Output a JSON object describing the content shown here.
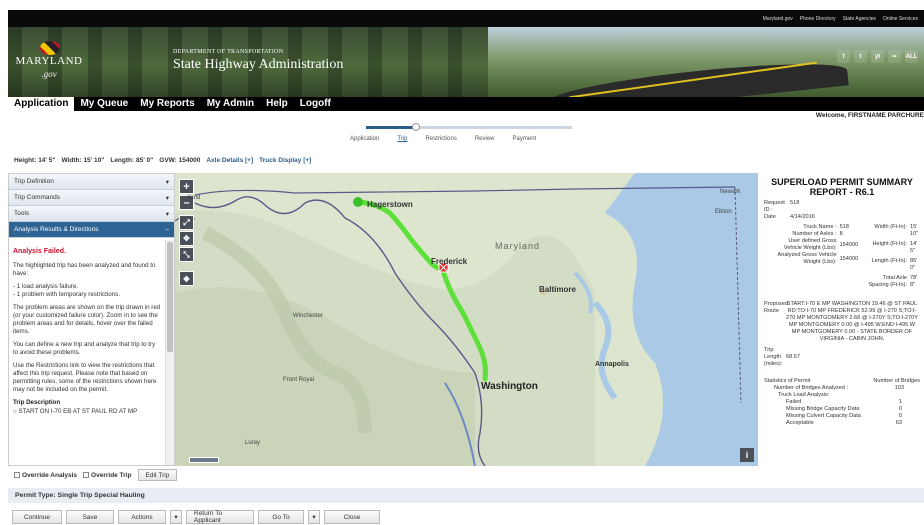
{
  "topbar": {
    "links": [
      "Maryland.gov",
      "Phone Directory",
      "State Agencies",
      "Online Services"
    ]
  },
  "banner": {
    "state": "MARYLAND",
    "gov": ".gov",
    "department": "DEPARTMENT OF TRANSPORTATION",
    "agency": "State Highway Administration",
    "social": [
      "f",
      "t",
      "yt",
      "••",
      "ALL"
    ]
  },
  "nav": {
    "items": [
      "Application",
      "My Queue",
      "My Reports",
      "My Admin",
      "Help",
      "Logoff"
    ]
  },
  "welcome": "Welcome, FIRSTNAME PARCHURE",
  "steps": {
    "labels": [
      "Application",
      "Trip",
      "Restrictions",
      "Review",
      "Payment"
    ],
    "current": 1
  },
  "infobar": {
    "height": "Height: 14' 5\"",
    "width": "Width: 15' 10\"",
    "length": "Length: 85' 0\"",
    "gvw": "GVW: 154000",
    "axle": "Axle Details [+]",
    "truck": "Truck Display [+]"
  },
  "sidebar": {
    "sections": [
      "Trip Definition",
      "Trip Commands",
      "Tools",
      "Analysis Results & Directions"
    ],
    "caret": "▾",
    "active_caret": "–",
    "fail_title": "Analysis Failed.",
    "p1": "The highlighted trip has been analyzed and found to have:",
    "b1": "- 1 load analysis failure.",
    "b2": "- 1 problem with temporary restrictions.",
    "p2": "The problem areas are shown on the trip drawn in red (or your customized failure color). Zoom in to see the problem areas and for details, hover over the failed items.",
    "p3": "You can define a new trip and analyze that trip to try to avoid these problems.",
    "p4": "Use the Restrictions link to view the restrictions that affect this trip request. Please note that based on permitting rules, some of the restrictions shown here may not be included on the permit.",
    "desc_title": "Trip Description",
    "desc_line": "○ START ON I-70 EB AT ST PAUL RD AT MP"
  },
  "map": {
    "labels": {
      "hagerstown": "Hagerstown",
      "frederick": "Frederick",
      "maryland": "Maryland",
      "baltimore": "Baltimore",
      "washington": "Washington",
      "annapolis": "Annapolis",
      "winchester": "Winchester",
      "front_royal": "Front Royal",
      "luray": "Luray",
      "newark": "Newark",
      "elkton": "Elkton",
      "cumberland": "rland"
    },
    "controls": {
      "zoom_in": "+",
      "zoom_out": "–",
      "info": "i"
    },
    "route_color": "#5ee03a",
    "border_color": "#5a5a8a"
  },
  "report": {
    "title": "SUPERLOAD PERMIT SUMMARY REPORT - R6.1",
    "request_id_label": "Request ID :",
    "request_id": "518",
    "date_label": "Date",
    "date": "4/14/2016",
    "truck_name_label": "Truck Name :",
    "truck_name": "518",
    "axles_label": "Number of Axles :",
    "axles": "8",
    "user_gvw_label": "User defined Gross Vehicle Weight (Lbs):",
    "user_gvw": "154000",
    "an_gvw_label": "Analyzed Gross Vehicle Weight (Lbs):",
    "an_gvw": "154000",
    "width_label": "Width (Ft-In):",
    "width": "15' 10\"",
    "height_label": "Height (Ft-In):",
    "height": "14' 5\"",
    "length_label": "Length (Ft-In):",
    "length": "85' 0\"",
    "axle_spacing_label": "Total Axle Spacing (Ft-In):",
    "axle_spacing": "78' 8\"",
    "route_label": "Proposed Route",
    "route": "START:I-70 E MP WASHINGTON 19.46 @ ST PAUL RD;TO:I-70 MP FREDERICK 52.99 @ I-270 S;TO:I-270 MP MONTGOMERY 2.68 @ I-270Y S;TO:I-270Y MP MONTGOMERY 0.00 @ I-495 W;END:I-495 W MP MONTGOMERY 0.00 - STATE BORDER OF VIRGINIA - CABIN JOHN.",
    "trip_length_label": "Trip Length (miles):",
    "trip_length": "68.67",
    "stats_label": "Statistics of Permit",
    "bridges_label": "Number of Bridges",
    "analyzed_label": "Number of Bridges Analyzed :",
    "analyzed": "103",
    "tla_label": "Truck Load Analysis:",
    "failed_label": "Failed",
    "failed": "1",
    "missing_bridge_label": "Missing Bridge Capacity Data",
    "missing_bridge": "0",
    "missing_culvert_label": "Missing Culvert Capacity Data",
    "missing_culvert": "0",
    "acceptable_label": "Acceptable",
    "acceptable": "63"
  },
  "bottom": {
    "override_analysis": "Override Analysis",
    "override_trip": "Override Trip",
    "edit_trip": "Edit Trip",
    "permit_type": "Permit Type: Single Trip Special Hauling",
    "actions": {
      "continue": "Continue",
      "save": "Save",
      "actions": "Actions",
      "return": "Return To Applicant",
      "goto": "Go To",
      "close": "Close",
      "caret": "▾"
    }
  }
}
